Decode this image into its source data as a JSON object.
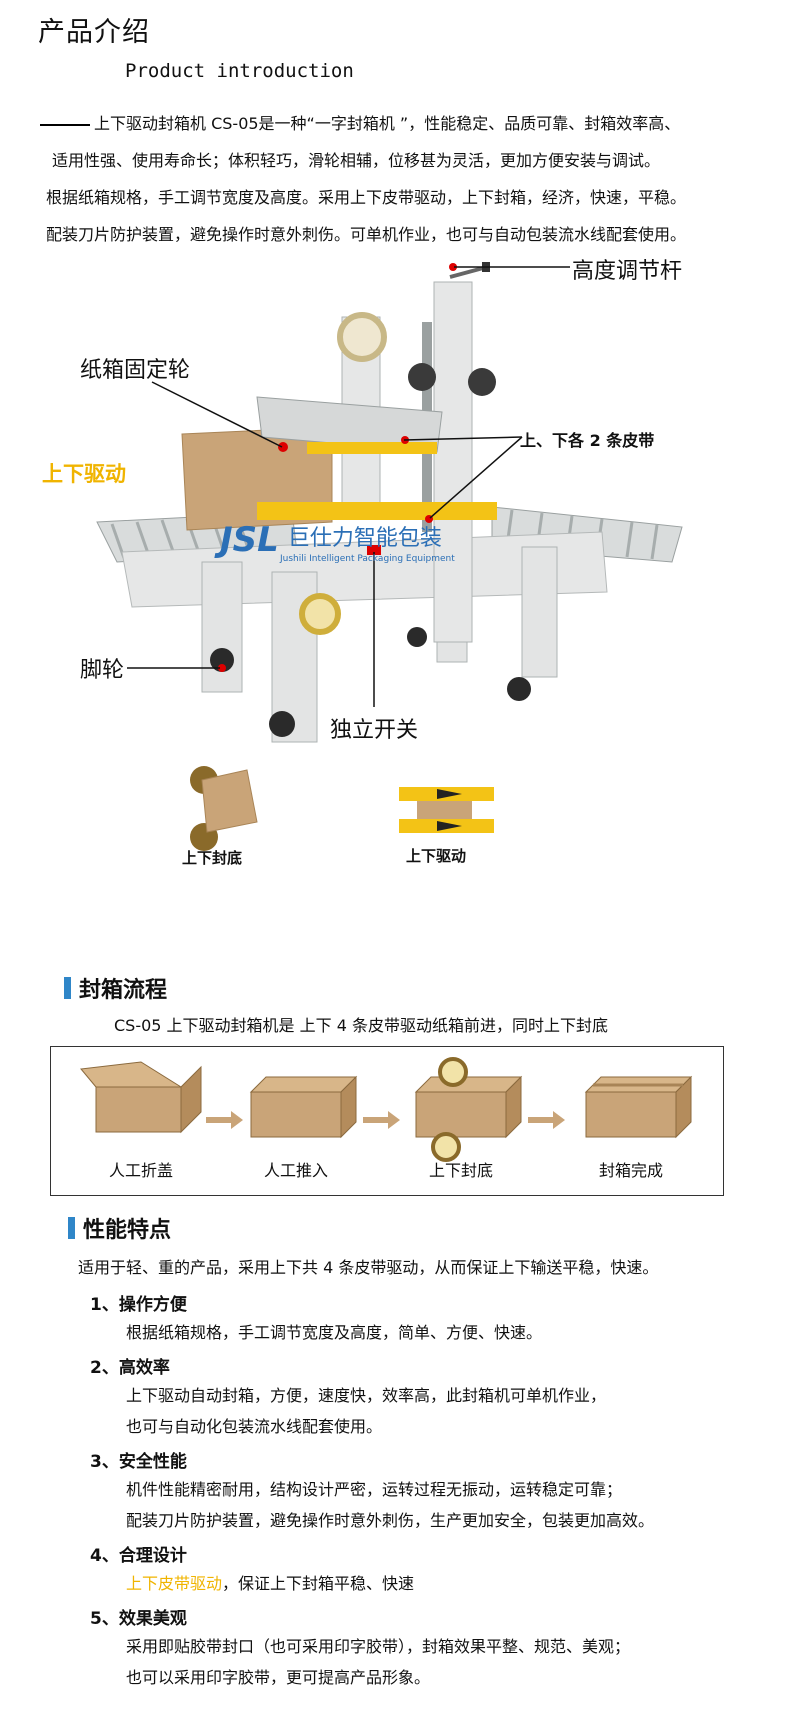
{
  "header": {
    "title": "产品介绍",
    "subtitle": "Product introduction"
  },
  "intro": [
    "上下驱动封箱机 CS-05是一种“一字封箱机 ”，性能稳定、品质可靠、封箱效率高、",
    "适用性强、使用寿命长；体积轻巧，滑轮相辅，位移甚为灵活，更加方便安装与调试。",
    "根据纸箱规格，手工调节宽度及高度。采用上下皮带驱动，上下封箱，经济，快速，平稳。",
    "配装刀片防护装置，避免操作时意外刺伤。可单机作业，也可与自动包装流水线配套使用。"
  ],
  "photo": {
    "callouts": {
      "height_rod": "高度调节杆",
      "box_wheel": "纸箱固定轮",
      "belts": "上、下各 2 条皮带",
      "drive": "上下驱动",
      "casters": "脚轮",
      "switch": "独立开关"
    },
    "logo": {
      "mark": "JSL",
      "cn": "巨仕力智能包装",
      "en": "Jushili Intelligent Packaging Equipment"
    },
    "mini_captions": {
      "left": "上下封底",
      "right": "上下驱动"
    },
    "colors": {
      "machine": "#e2e3e3",
      "accent_yellow": "#f3c316",
      "box": "#c9a478",
      "highlight": "#f0b400"
    }
  },
  "flow": {
    "heading": "封箱流程",
    "description": "CS-05 上下驱动封箱机是 上下 4 条皮带驱动纸箱前进，同时上下封底",
    "steps": [
      "人工折盖",
      "人工推入",
      "上下封底",
      "封箱完成"
    ]
  },
  "features": {
    "heading": "性能特点",
    "intro": "适用于轻、重的产品，采用上下共 4 条皮带驱动，从而保证上下输送平稳，快速。",
    "items": [
      {
        "title": "1、操作方便",
        "lines": [
          "根据纸箱规格，手工调节宽度及高度，简单、方便、快速。"
        ]
      },
      {
        "title": "2、高效率",
        "lines": [
          "上下驱动自动封箱，方便，速度快，效率高，此封箱机可单机作业，",
          "也可与自动化包装流水线配套使用。"
        ]
      },
      {
        "title": "3、安全性能",
        "lines": [
          "机件性能精密耐用，结构设计严密，运转过程无振动，运转稳定可靠；",
          "配装刀片防护装置，避免操作时意外刺伤，生产更加安全，包装更加高效。"
        ]
      },
      {
        "title": "4、合理设计",
        "highlight": "上下皮带驱动",
        "rest": "，保证上下封箱平稳、快速"
      },
      {
        "title": "5、效果美观",
        "lines": [
          "采用即贴胶带封口（也可采用印字胶带），封箱效果平整、规范、美观；",
          "也可以采用印字胶带，更可提高产品形象。"
        ]
      }
    ]
  }
}
